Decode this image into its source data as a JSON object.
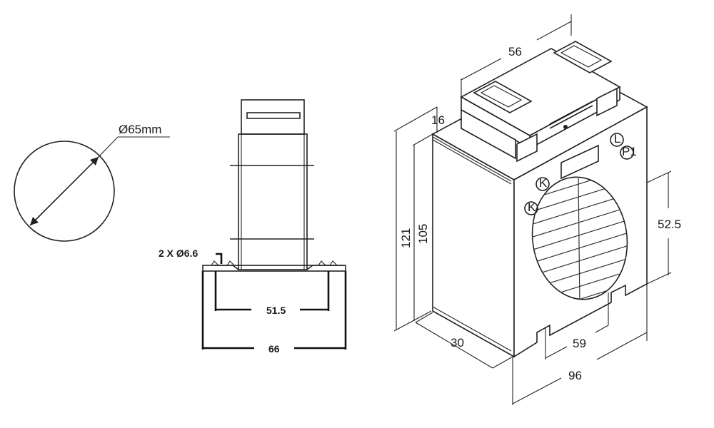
{
  "dimensions": {
    "hole_diameter": "Ø65mm",
    "mounting_holes": "2 X Ø6.6",
    "hole_spacing": "51.5",
    "base_width": "66",
    "top_width": "56",
    "top_offset": "16",
    "total_height": "121",
    "body_height": "105",
    "depth": "30",
    "foot_spacing": "59",
    "total_width": "96",
    "aperture_height": "52.5"
  },
  "terminal_marks": {
    "k_upper": "K",
    "k_lower": "K",
    "l_mark": "L",
    "p1_mark": "P1"
  },
  "colors": {
    "line": "#222222",
    "background": "#ffffff"
  }
}
